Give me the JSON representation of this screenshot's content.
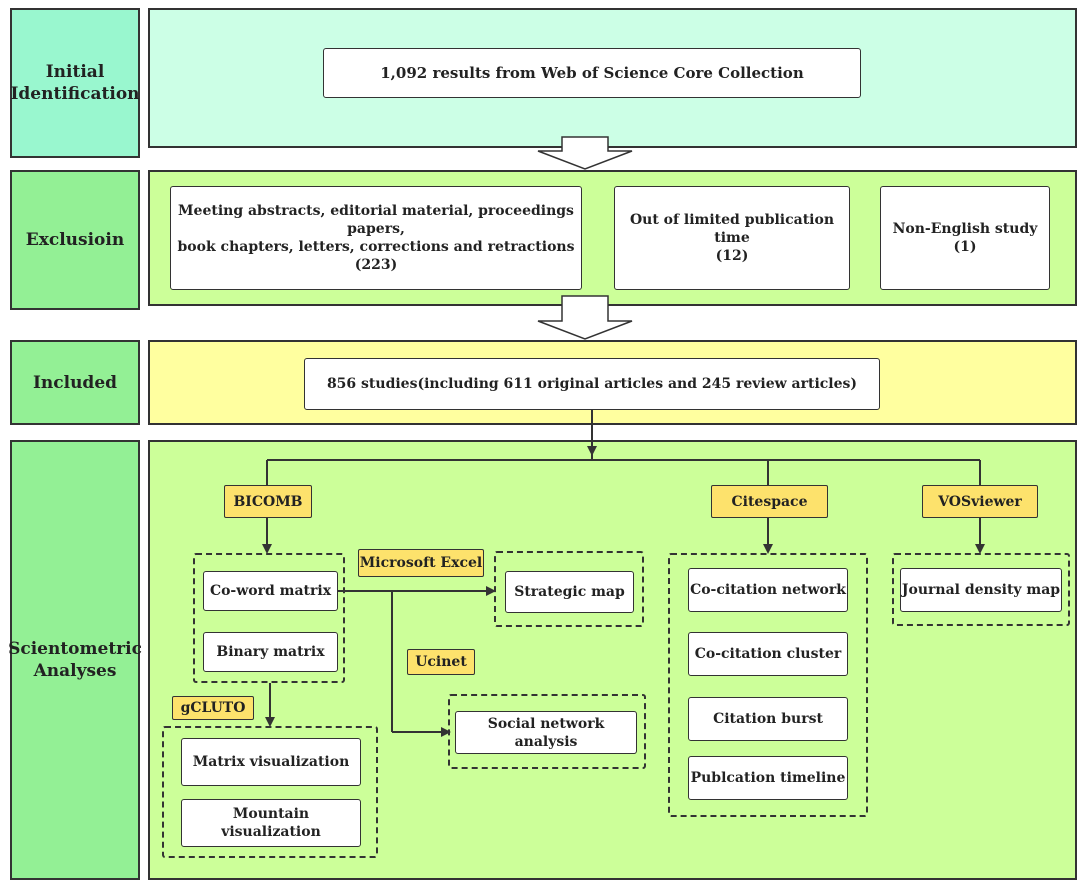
{
  "stages": {
    "initial": {
      "label": "Initial\nIdentification",
      "result": "1,092 results from Web of Science Core Collection"
    },
    "exclusion": {
      "label": "Exclusioin",
      "items": [
        "Meeting abstracts, editorial material, proceedings papers,\nbook chapters, letters,  corrections and retractions\n(223)",
        "Out of limited publication time\n(12)",
        "Non-English study\n(1)"
      ]
    },
    "included": {
      "label": "Included",
      "result": "856 studies(including 611 original articles and 245 review articles)"
    },
    "analyses": {
      "label": "Scientometric\nAnalyses"
    }
  },
  "tools": {
    "bicomb": "BICOMB",
    "excel": "Microsoft Excel",
    "ucinet": "Ucinet",
    "gcluto": "gCLUTO",
    "citespace": "Citespace",
    "vosviewer": "VOSviewer"
  },
  "nodes": {
    "coword": "Co-word matrix",
    "binary": "Binary matrix",
    "strategic": "Strategic map",
    "social": "Social network analysis",
    "matrix_vis": "Matrix visualization",
    "mountain_vis": "Mountain visualization",
    "cocitation_network": "Co-citation network",
    "cocitation_cluster": "Co-citation cluster",
    "citation_burst": "Citation burst",
    "publication_timeline": "Publcation timeline",
    "journal_density": "Journal density map"
  },
  "colors": {
    "initial_bg": "#ccffe6",
    "exclusion_bg": "#ccff99",
    "included_bg": "#ffff9f",
    "analyses_bg": "#ccff99",
    "tool_bg": "#fde26c"
  }
}
